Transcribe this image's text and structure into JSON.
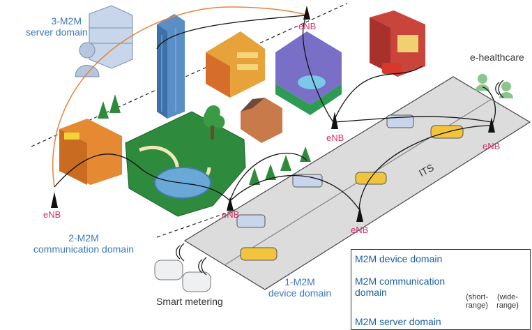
{
  "labels": {
    "server_domain": [
      "3-M2M",
      "server domain"
    ],
    "communication_domain": [
      "2-M2M",
      "communication domain"
    ],
    "device_domain": [
      "1-M2M",
      "device domain"
    ],
    "ehealthcare": "e-healthcare",
    "its": "ITS",
    "smart_metering": "Smart metering",
    "enb": "eNB"
  },
  "legend": {
    "device": "M2M device domain",
    "communication": [
      "M2M communication",
      "domain"
    ],
    "short_range": [
      "(short-",
      "range)"
    ],
    "wide_range": [
      "(wide-",
      "range)"
    ],
    "server": "M2M server domain"
  },
  "colors": {
    "domain_text": "#3a78b8",
    "enb_text": "#d6336c",
    "server_arc": "#e8823a"
  }
}
